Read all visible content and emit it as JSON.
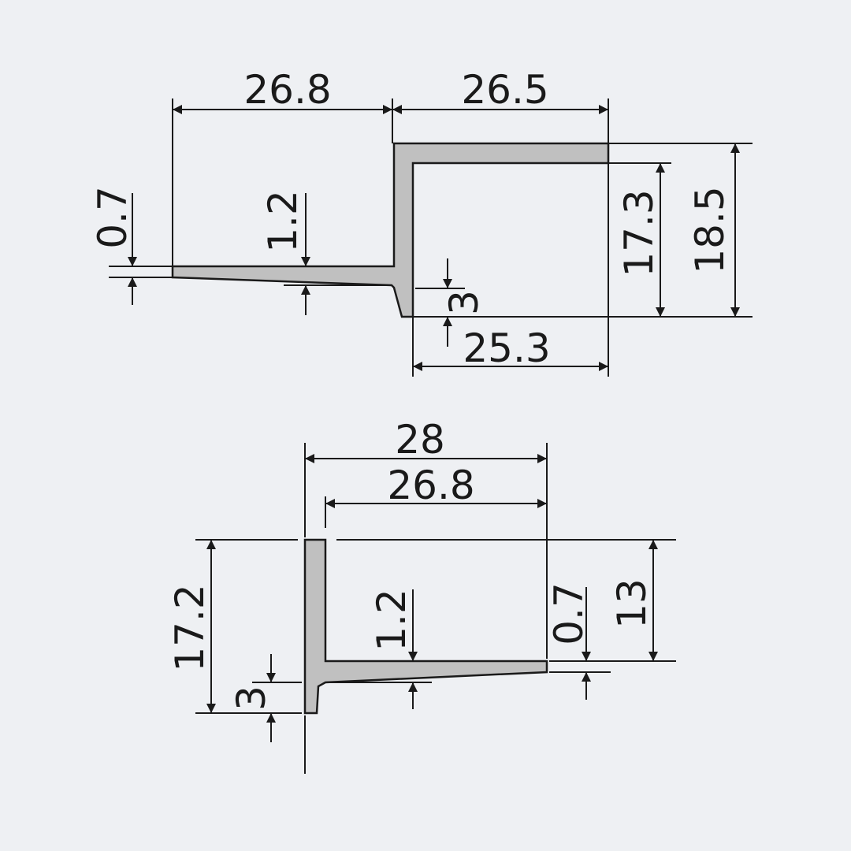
{
  "colors": {
    "background": "#eef0f3",
    "profile_fill": "#c0c0c0",
    "line": "#1a1a1a"
  },
  "top_profile": {
    "dimensions": {
      "flange_length": "26.8",
      "top_width": "26.5",
      "inner_height": "17.3",
      "total_height": "18.5",
      "bottom_width": "25.3",
      "leg_thickness": "3",
      "flange_tip_thickness": "0.7",
      "flange_root_thickness": "1.2"
    }
  },
  "bottom_profile": {
    "dimensions": {
      "total_width": "28",
      "flange_length": "26.8",
      "total_height": "17.2",
      "flange_height": "13",
      "leg_thickness": "3",
      "flange_root_thickness": "1.2",
      "flange_tip_thickness": "0.7"
    }
  }
}
